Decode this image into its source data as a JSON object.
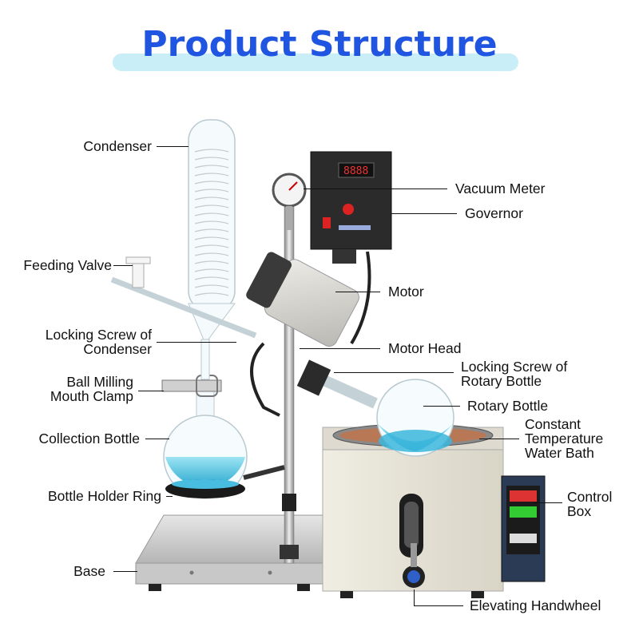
{
  "title": "Product Structure",
  "labels": {
    "condenser": "Condenser",
    "feeding_valve": "Feeding Valve",
    "locking_screw_condenser_1": "Locking Screw of",
    "locking_screw_condenser_2": "Condenser",
    "ball_milling_1": "Ball Milling",
    "ball_milling_2": "Mouth Clamp",
    "collection_bottle": "Collection Bottle",
    "bottle_holder_ring": "Bottle Holder Ring",
    "base": "Base",
    "vacuum_meter": "Vacuum Meter",
    "governor": "Governor",
    "motor": "Motor",
    "motor_head": "Motor Head",
    "locking_screw_rotary_1": "Locking Screw of",
    "locking_screw_rotary_2": "Rotary Bottle",
    "rotary_bottle": "Rotary Bottle",
    "water_bath_1": "Constant",
    "water_bath_2": "Temperature",
    "water_bath_3": "Water Bath",
    "control_box_1": "Control",
    "control_box_2": "Box",
    "elevating_handwheel": "Elevating Handwheel"
  },
  "colors": {
    "title": "#1f55e0",
    "title_bar": "#c9eef7",
    "liquid": "#4fc3e0",
    "steel": "#cfcfcf",
    "bath_body": "#e8e4d6",
    "motor_body": "#d9d9d4",
    "box_dark": "#2b2b2b"
  }
}
